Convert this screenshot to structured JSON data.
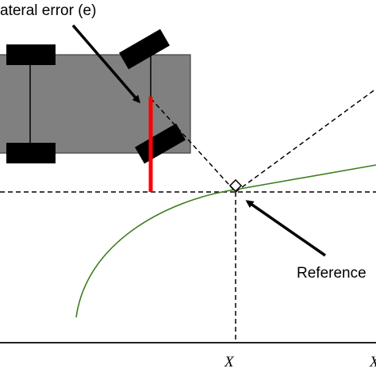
{
  "labels": {
    "lateral_error": "ateral error (e)",
    "reference": "Reference",
    "x_axis_mark": "X",
    "x_axis_end_mark": "X"
  },
  "colors": {
    "vehicle_body": "#808080",
    "wheel": "#000000",
    "lateral_error_line": "#ff0000",
    "reference_path": "#3a7d1e",
    "dashed_lines": "#000000",
    "axis": "#000000"
  }
}
